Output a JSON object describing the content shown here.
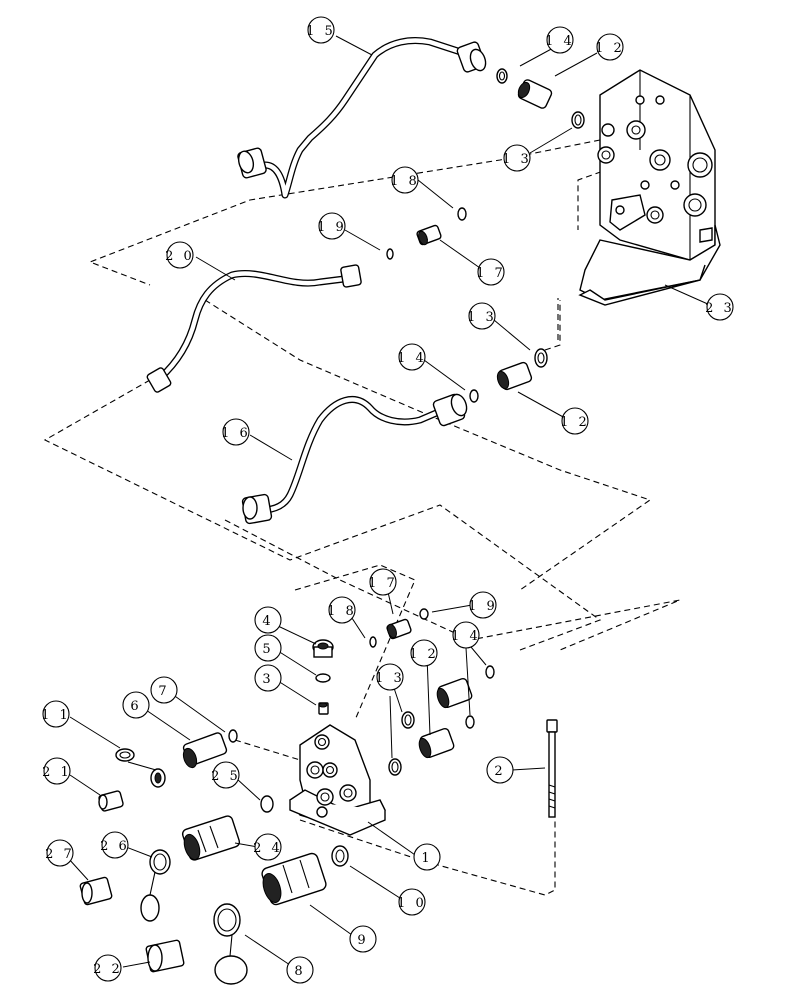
{
  "callouts": [
    {
      "id": "c15",
      "label": "1 5"
    },
    {
      "id": "c14a",
      "label": "1 4"
    },
    {
      "id": "c12a",
      "label": "1 2"
    },
    {
      "id": "c13a",
      "label": "1 3"
    },
    {
      "id": "c18a",
      "label": "1 8"
    },
    {
      "id": "c19a",
      "label": "1 9"
    },
    {
      "id": "c17a",
      "label": "1 7"
    },
    {
      "id": "c20",
      "label": "2 0"
    },
    {
      "id": "c23",
      "label": "2 3"
    },
    {
      "id": "c13b",
      "label": "1 3"
    },
    {
      "id": "c14b",
      "label": "1 4"
    },
    {
      "id": "c12b",
      "label": "1 2"
    },
    {
      "id": "c16",
      "label": "1 6"
    },
    {
      "id": "c17b",
      "label": "1 7"
    },
    {
      "id": "c19b",
      "label": "1 9"
    },
    {
      "id": "c18b",
      "label": "1 8"
    },
    {
      "id": "c4",
      "label": "4"
    },
    {
      "id": "c5",
      "label": "5"
    },
    {
      "id": "c3",
      "label": "3"
    },
    {
      "id": "c13c",
      "label": "1 3"
    },
    {
      "id": "c12c",
      "label": "1 2"
    },
    {
      "id": "c14c",
      "label": "1 4"
    },
    {
      "id": "c7",
      "label": "7"
    },
    {
      "id": "c6",
      "label": "6"
    },
    {
      "id": "c11",
      "label": "1 1"
    },
    {
      "id": "c21",
      "label": "2 1"
    },
    {
      "id": "c25",
      "label": "2 5"
    },
    {
      "id": "c2",
      "label": "2"
    },
    {
      "id": "c1",
      "label": "1"
    },
    {
      "id": "c24",
      "label": "2 4"
    },
    {
      "id": "c26",
      "label": "2 6"
    },
    {
      "id": "c27",
      "label": "2 7"
    },
    {
      "id": "c10",
      "label": "1 0"
    },
    {
      "id": "c9",
      "label": "9"
    },
    {
      "id": "c8",
      "label": "8"
    },
    {
      "id": "c22",
      "label": "2 2"
    }
  ]
}
